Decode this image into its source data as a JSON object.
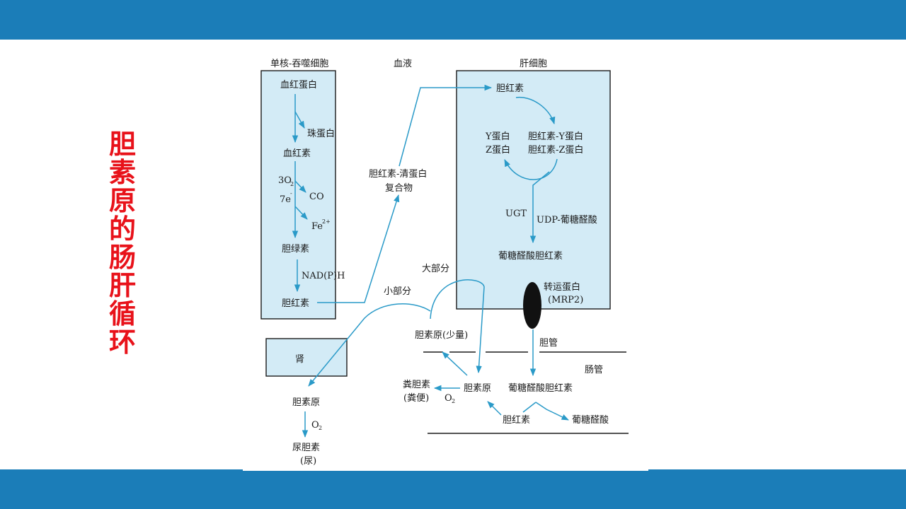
{
  "slide": {
    "title_chars": [
      "胆",
      "素",
      "原",
      "的",
      "肠",
      "肝",
      "循",
      "环"
    ],
    "colors": {
      "band": "#1b7db8",
      "title": "#e8121a",
      "box_fill": "#d3ebf6",
      "arrow": "#2a9ac8",
      "transporter": "#111111"
    }
  },
  "diagram": {
    "headers": {
      "macrophage": "单核-吞噬细胞",
      "blood": "血液",
      "hepatocyte": "肝细胞"
    },
    "macrophage": {
      "hemoglobin": "血红蛋白",
      "globin": "珠蛋白",
      "heme": "血红素",
      "o2_in": "3O",
      "o2_in_sub": "2",
      "e_in": "7e",
      "e_in_sup": "-",
      "co": "CO",
      "fe": "Fe",
      "fe_sup": "2+",
      "biliverdin": "胆绿素",
      "nadph": "NAD(P)H",
      "bilirubin": "胆红素"
    },
    "blood": {
      "complex_line1": "胆红素-清蛋白",
      "complex_line2": "复合物"
    },
    "hepatocyte": {
      "bilirubin": "胆红素",
      "y_protein": "Y蛋白",
      "z_protein": "Z蛋白",
      "bilirubin_y": "胆红素-Y蛋白",
      "bilirubin_z": "胆红素-Z蛋白",
      "ugt": "UGT",
      "udp_glucuronic": "UDP-葡糖醛酸",
      "glucuronide": "葡糖醛酸胆红素",
      "transporter_line1": "转运蛋白",
      "transporter_line2": "(MRP2)"
    },
    "kidney": {
      "label": "肾",
      "urobilinogen": "胆素原",
      "o2": "O",
      "o2_sub": "2",
      "urobilin": "尿胆素",
      "urine": "(尿)"
    },
    "intestine": {
      "bile_duct": "胆管",
      "gut": "肠管",
      "majority": "大部分",
      "minority": "小部分",
      "urobilinogen_small": "胆素原(少量)",
      "glucuronide": "葡糖醛酸胆红素",
      "urobilinogen": "胆素原",
      "stercobilin": "粪胆素",
      "feces": "(粪便)",
      "o2": "O",
      "o2_sub": "2",
      "bilirubin": "胆红素",
      "glucuronic_acid": "葡糖醛酸"
    }
  }
}
